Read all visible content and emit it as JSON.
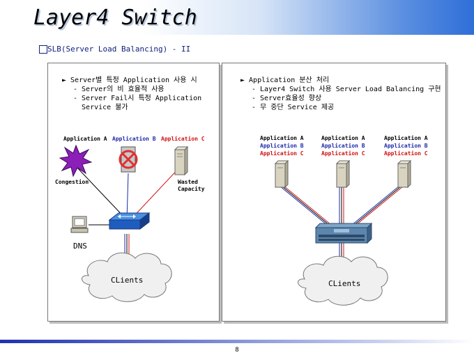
{
  "title": "Layer4 Switch",
  "subtitle": "SLB(Server Load Balancing) - II",
  "left": {
    "bullet_head": "► Server별 특정 Application 사용 시",
    "bullet_items": [
      "- Server의 비 효율적 사용",
      "- Server Fail시 특정 Application",
      "  Service 불가"
    ],
    "app_a": "Application A",
    "app_b": "Application B",
    "app_c": "Application C",
    "congestion": "Congestion",
    "wasted_1": "Wasted",
    "wasted_2": "Capacity",
    "dns": "DNS",
    "clients": "CLients"
  },
  "right": {
    "bullet_head": "► Application 분산 처리",
    "bullet_items": [
      "- Layer4 Switch 사용 Server Load Balancing 구현",
      "- Server효율성 향상",
      "- 무 중단 Service 제공"
    ],
    "servers": [
      {
        "a": "Application A",
        "b": "Application B",
        "c": "Application C"
      },
      {
        "a": "Application A",
        "b": "Application B",
        "c": "Application C"
      },
      {
        "a": "Application A",
        "b": "Application B",
        "c": "Application C"
      }
    ],
    "clients": "CLients"
  },
  "page_number": "8",
  "colors": {
    "blue": "#1c2aa8",
    "red": "#d01010",
    "navy": "#10207a"
  }
}
